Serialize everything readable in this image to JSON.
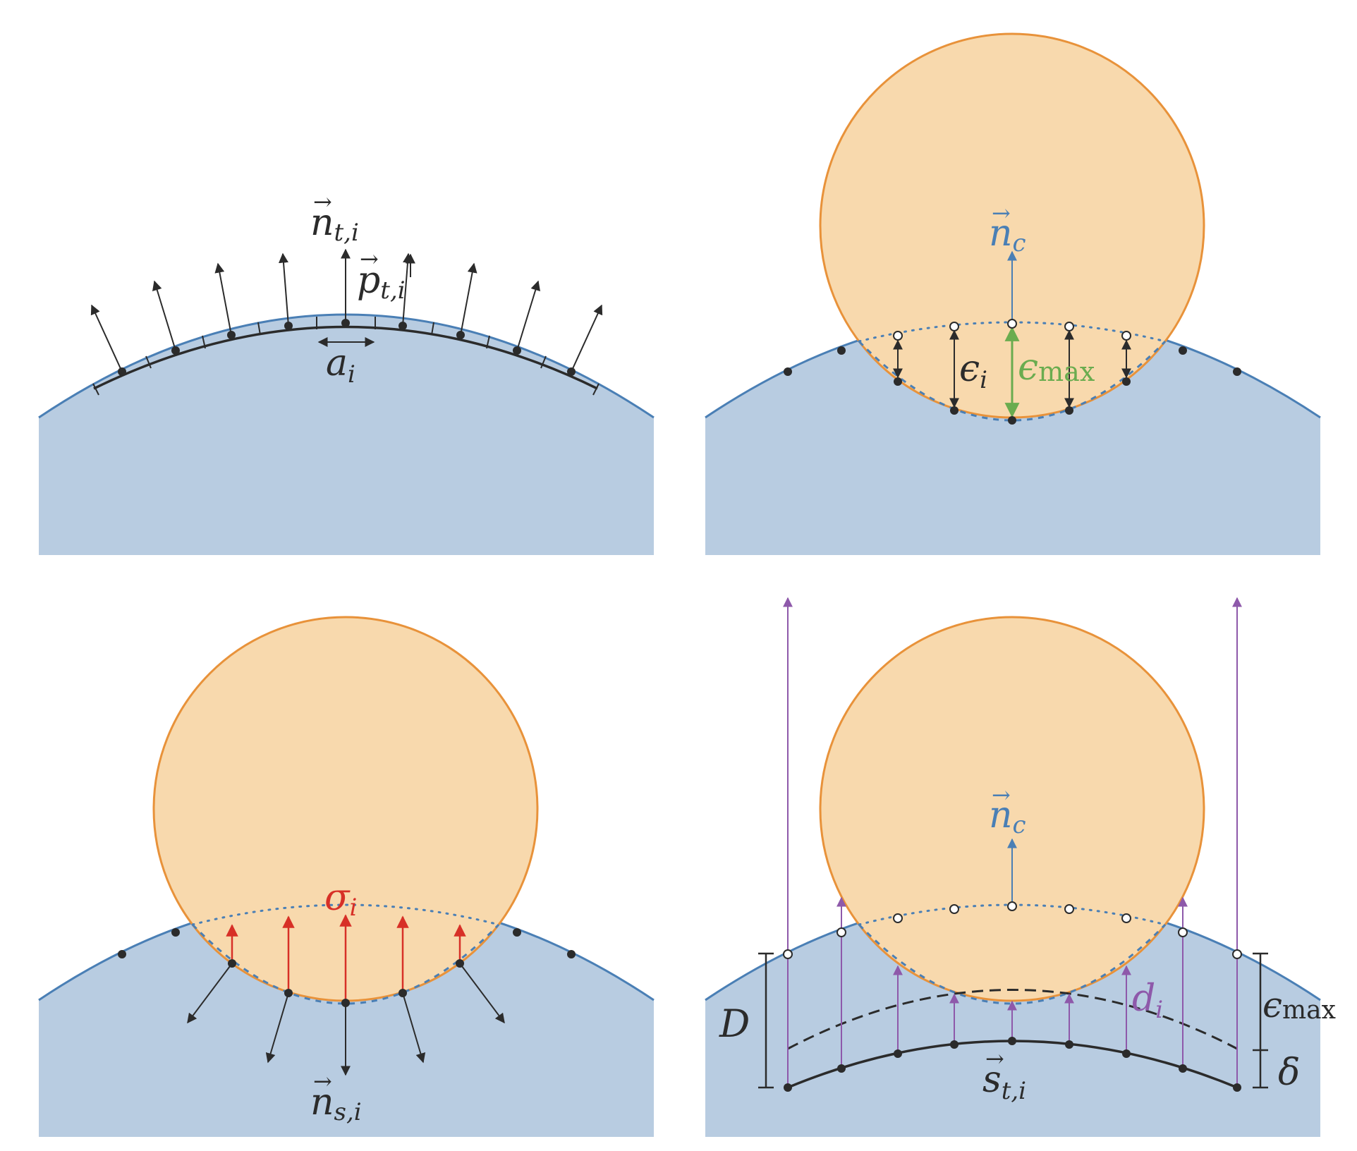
{
  "colors": {
    "ground_fill": "#b8cce1",
    "ground_edge": "#4a7fb5",
    "circle_fill": "#f8d9ad",
    "circle_edge": "#e8923a",
    "ink": "#2b2b2b",
    "blue": "#4a7fb5",
    "green": "#6aac4f",
    "red": "#d73027",
    "purple": "#8e59aa"
  },
  "panels": {
    "tl": {
      "n_label": {
        "base": "n",
        "sub": "t,i"
      },
      "p_label": {
        "base": "p",
        "sub": "t,i"
      },
      "a_label": {
        "base": "a",
        "sub": "i"
      }
    },
    "tr": {
      "n_label": {
        "base": "n",
        "sub": "c"
      },
      "eps_label": {
        "base": "ϵ",
        "sub": "i"
      },
      "epsmax_label": {
        "base": "ϵ",
        "sub": "max"
      }
    },
    "bl": {
      "sigma_label": {
        "base": "σ",
        "sub": "i"
      },
      "n_label": {
        "base": "n",
        "sub": "s,i"
      }
    },
    "br": {
      "n_label": {
        "base": "n",
        "sub": "c"
      },
      "D_label": "D",
      "d_label": {
        "base": "d",
        "sub": "i"
      },
      "epsmax_label": {
        "base": "ϵ",
        "sub": "max"
      },
      "delta_label": "δ",
      "s_label": {
        "base": "s",
        "sub": "t,i"
      }
    }
  }
}
